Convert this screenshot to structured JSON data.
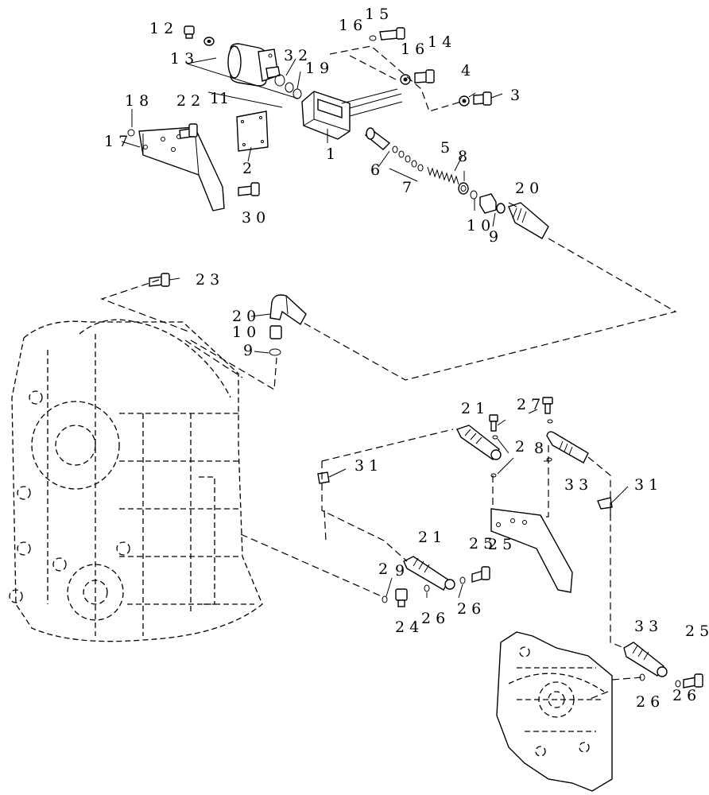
{
  "callouts": {
    "n12": "1 2",
    "n13": "1 3",
    "n16a": "1 6",
    "n15": "1 5",
    "n16b": "1 6",
    "n14": "1 4",
    "n4": "4",
    "n3": "3",
    "n32": "3 2",
    "n19": "1 9",
    "n11": "11",
    "n22": "2 2",
    "n18": "1 8",
    "n17": "1 7",
    "n2a": "2",
    "n1": "1",
    "n30": "3 0",
    "n6": "6",
    "n7": "7",
    "n5": "5",
    "n8": "8",
    "n10a": "1 0",
    "n9a": "9",
    "n20a": "2 0",
    "n23": "2 3",
    "n20b": "2 0",
    "n10b": "1 0",
    "n9b": "9",
    "n21a": "2 1",
    "n27": "2 7",
    "n2b": "2",
    "n8b": "8",
    "n31a": "3 1",
    "n33a": "3 3",
    "n31b": "3 1",
    "n25a": "2 5",
    "n21b": "2 1",
    "n9c": "9",
    "n2c": "2",
    "n24": "2 4",
    "n26a": "2 6",
    "n26b": "2 6",
    "n33b": "3 3",
    "n25b": "2 5",
    "n26c": "2 6",
    "n26d": "2 6"
  }
}
